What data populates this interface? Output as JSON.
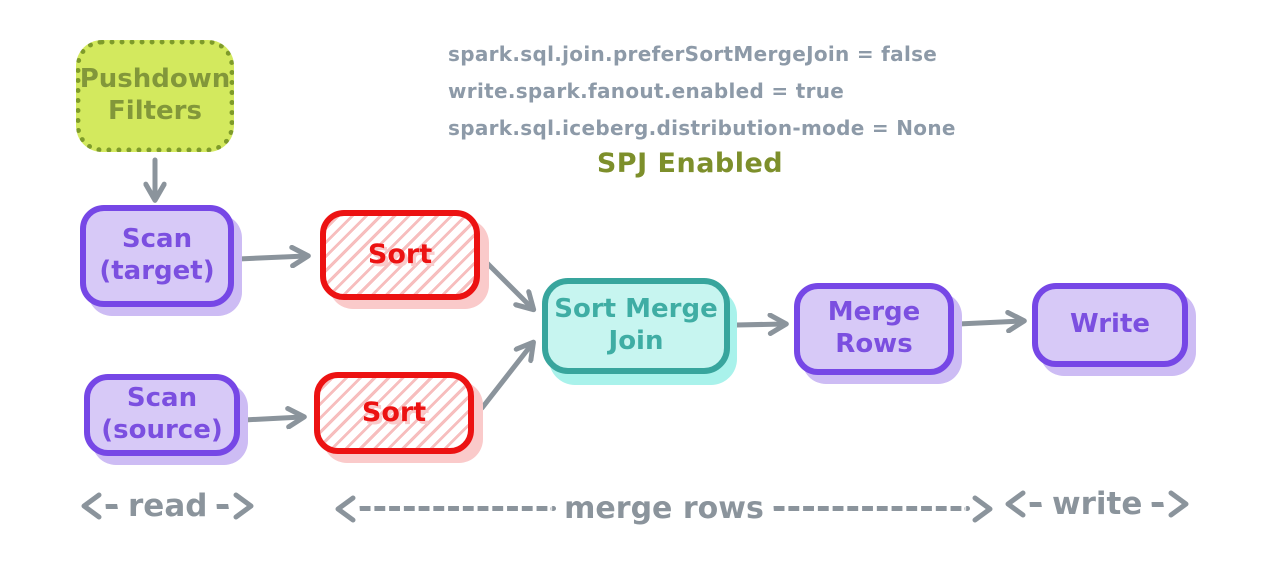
{
  "config": {
    "lines": [
      "spark.sql.join.preferSortMergeJoin = false",
      "write.spark.fanout.enabled = true",
      "spark.sql.iceberg.distribution-mode = None"
    ],
    "spj_label": "SPJ Enabled"
  },
  "nodes": {
    "pushdown_filters": {
      "label": "Pushdown\nFilters"
    },
    "scan_target": {
      "label": "Scan\n(target)"
    },
    "scan_source": {
      "label": "Scan\n(source)"
    },
    "sort_top": {
      "label": "Sort"
    },
    "sort_bottom": {
      "label": "Sort"
    },
    "sort_merge_join": {
      "label": "Sort Merge\nJoin"
    },
    "merge_rows": {
      "label": "Merge\nRows"
    },
    "write": {
      "label": "Write"
    }
  },
  "phases": {
    "read": {
      "label": "read"
    },
    "merge_rows": {
      "label": "merge rows"
    },
    "write": {
      "label": "write"
    }
  },
  "colors": {
    "arrow_gray": "#8b949c",
    "config_text": "#8d9aa8",
    "spj_green": "#7d8f2b",
    "purple_border": "#7647e6",
    "purple_fill": "#d7c9f7",
    "purple_shadow": "#cdbcf4",
    "red_border": "#ec1212",
    "pink_hatch": "#f7bebe",
    "teal_border": "#38a59d",
    "teal_fill": "#c7f5f0",
    "green_fill": "#d3e95e",
    "green_border": "#7e9b2a"
  }
}
